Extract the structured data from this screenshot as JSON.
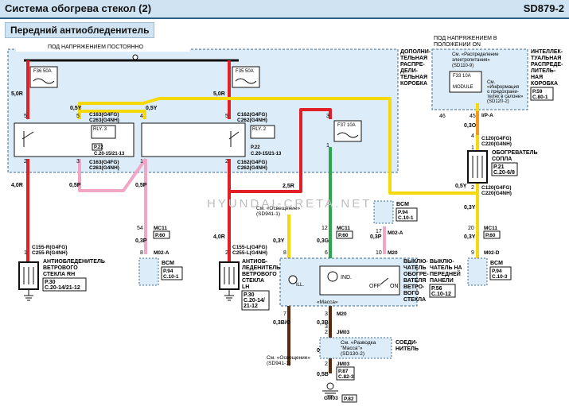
{
  "header": {
    "title": "Система обогрева стекол (2)",
    "code": "SD879-2",
    "subtitle": "Передний антиобледенитель"
  },
  "watermark": "HYUNDAI-CRETA.NET",
  "boxes": {
    "power_always": "ПОД НАПРЯЖЕНИЕМ ПОСТОЯННО",
    "power_on": [
      "ПОД НАПРЯЖЕНИЕМ В",
      "ПОЛОЖЕНИИ ON"
    ],
    "junction_box": [
      "ДОПОЛНИ-",
      "ТЕЛЬНАЯ",
      "РАСПРЕ-",
      "ДЕЛИ-",
      "ТЕЛЬНАЯ",
      "КОРОБКА"
    ],
    "smart_junction": [
      "ИНТЕЛЛЕК-",
      "ТУАЛЬНАЯ",
      "РАСПРЕДЕ-",
      "ЛИТЕЛЬ-",
      "НАЯ",
      "КОРОБКА"
    ],
    "smart_junction_ref": [
      "P.59",
      "C.80-1"
    ],
    "masses_note": "«Масса»"
  },
  "fuses": [
    {
      "name": "F36 50A"
    },
    {
      "name": "F35 50A"
    },
    {
      "name": "F37 10A"
    },
    {
      "name": "F33 10A"
    }
  ],
  "relays": [
    {
      "name": "RLY. 3",
      "conn": "P.22",
      "ref": "C.20-15/21-13"
    },
    {
      "name": "RLY. 2",
      "conn": "P.22",
      "ref": "C.20-15/21-13"
    }
  ],
  "notes": {
    "see_power": [
      "См. «Распределение",
      "электропитания»",
      "(SD110-9)"
    ],
    "see_info": [
      "См.",
      "«Информация",
      "о предохрани-",
      "телях в салоне»",
      "(SD120-2)"
    ],
    "module": "MODULE",
    "see_light_1": [
      "См. «Освещение»",
      "(SD941-1)"
    ],
    "see_light_2": [
      "См. «Освещение»",
      "(SD941-1)"
    ],
    "see_ground": [
      "См. «Разводка",
      "\"Масса\"»",
      "(SD130-2)"
    ]
  },
  "connectors": {
    "c163_top": [
      "C163(G4FG)",
      "C263(G4NH)"
    ],
    "c163_bot": [
      "C163(G4FG)",
      "C263(G4NH)"
    ],
    "c162_top": [
      "C162(G4FG)",
      "C262(G4NH)"
    ],
    "c162_bot": [
      "C162(G4FG)",
      "C262(G4NH)"
    ],
    "c120_top": [
      "C120(G4FG)",
      "C220(G4NH)"
    ],
    "c120_bot": [
      "C120(G4FG)",
      "C220(G4NH)"
    ],
    "c155r": [
      "C155-R(G4FG)",
      "C255-R(G4NH)"
    ],
    "c155l": [
      "C155-L(G4FG)",
      "C255-L(G4NH)"
    ],
    "mc11_a": "MC11",
    "mc11_a_ref": "P.60",
    "mc11_b": "MC11",
    "mc11_b_ref": "P.60",
    "mc11_c": "MC11",
    "mc11_c_ref": "P.60",
    "m02a_1": "M02-A",
    "m02a_2": "M02-A",
    "m02d": "M02-D",
    "m20_a": "M20",
    "m20_b": "M20",
    "jm03_a": "JM03",
    "jm03_b": "JM03",
    "jm03_b_ref": [
      "P.87",
      "C.82-3"
    ],
    "gm03": "GM03",
    "gm03_ref": "P.82",
    "ip_a": "I/P-A"
  },
  "components": {
    "deicer_rh": [
      "АНТИОБЛЕДЕНИТЕЛЬ",
      "ВЕТРОВОГО",
      "СТЕКЛА RH"
    ],
    "deicer_rh_ref": [
      "P.30",
      "C.20-14/21-12"
    ],
    "deicer_lh": [
      "АНТИОБ-",
      "ЛЕДЕНИТЕЛЬ",
      "ВЕТРОВОГО",
      "СТЕКЛА",
      "LH"
    ],
    "deicer_lh_ref": [
      "P.30",
      "C.20-14/",
      "21-12"
    ],
    "nozzle_heater": [
      "ОБОГРЕВАТЕЛЬ",
      "СОПЛА"
    ],
    "nozzle_heater_ref": [
      "P.21",
      "C.20-6/8"
    ],
    "switch": [
      "ВЫКЛЮ-",
      "ЧАТЕЛЬ НА",
      "ПЕРЕДНЕЙ",
      "ПАНЕЛИ"
    ],
    "switch_ref": [
      "P.56",
      "C.10-12"
    ],
    "switch_side": [
      "ВЫКЛЮ-",
      "ЧАТЕЛЬ",
      "ОБОГРЕ-",
      "ВАТЕЛЯ",
      "ВЕТРО-",
      "ВОГО",
      "СТЕКЛА"
    ],
    "ind": "IND.",
    "ill": "ILL.",
    "off": "OFF",
    "on": "ON",
    "connector_joint": [
      "СОЕДИ-",
      "НИТЕЛЬ"
    ],
    "bcm_1": "BCM",
    "bcm_1_ref": [
      "P.94",
      "C.10-1"
    ],
    "bcm_2": "BCM",
    "bcm_2_ref": [
      "P.94",
      "C.10-1"
    ],
    "bcm_3": "BCM",
    "bcm_3_ref": [
      "P.94",
      "C.10-3"
    ]
  },
  "wires": {
    "w_5R_a": "5,0R",
    "w_5R_b": "5,0R",
    "w_4R_a": "4,0R",
    "w_4R_b": "4,0R",
    "w_25R": "2,5R",
    "w_05Y_a": "0,5Y",
    "w_05Y_b": "0,5Y",
    "w_05Y_c": "0,5Y",
    "w_05P_a": "0,5P",
    "w_05P_b": "0,5P",
    "w_03P": "0,3P",
    "w_03Y_a": "0,3Y",
    "w_03Y_b": "0,3Y",
    "w_03Y_c": "0,3Y",
    "w_03O": "0,3O",
    "w_03G": "0,3G",
    "w_03P_b": "0,3P",
    "w_03B_a": "0,3B",
    "w_03B_b": "0,3B",
    "w_03BO": "0,3B/O",
    "w_05B": "0,5B"
  },
  "pins": {
    "p5a": "5",
    "p5b": "5",
    "p2a": "2",
    "p3a": "3",
    "p1a": "1",
    "p5c": "5",
    "p4c": "4",
    "p2c": "2",
    "p3c": "3",
    "p1c": "1",
    "p46": "46",
    "p45": "45",
    "p1d": "1",
    "p2d": "2",
    "p54": "54",
    "p8a": "8",
    "p12": "12",
    "p6a": "6",
    "p17": "17",
    "p10": "10",
    "p20": "20",
    "p9": "9",
    "p8b": "8",
    "p7": "7",
    "p4d": "4",
    "p2e": "2",
    "p3e": "3",
    "p1e": "1",
    "p2f": "2",
    "p3f": "3"
  },
  "colors": {
    "red": "#e01f26",
    "yellow": "#f5d90a",
    "pink": "#f2a6c6",
    "green": "#2aa84a",
    "orange": "#f39a1e",
    "brown": "#5b2b0f",
    "black": "#111111",
    "box_fill": "#dcecf8",
    "header_fill": "#cfe3f2"
  }
}
